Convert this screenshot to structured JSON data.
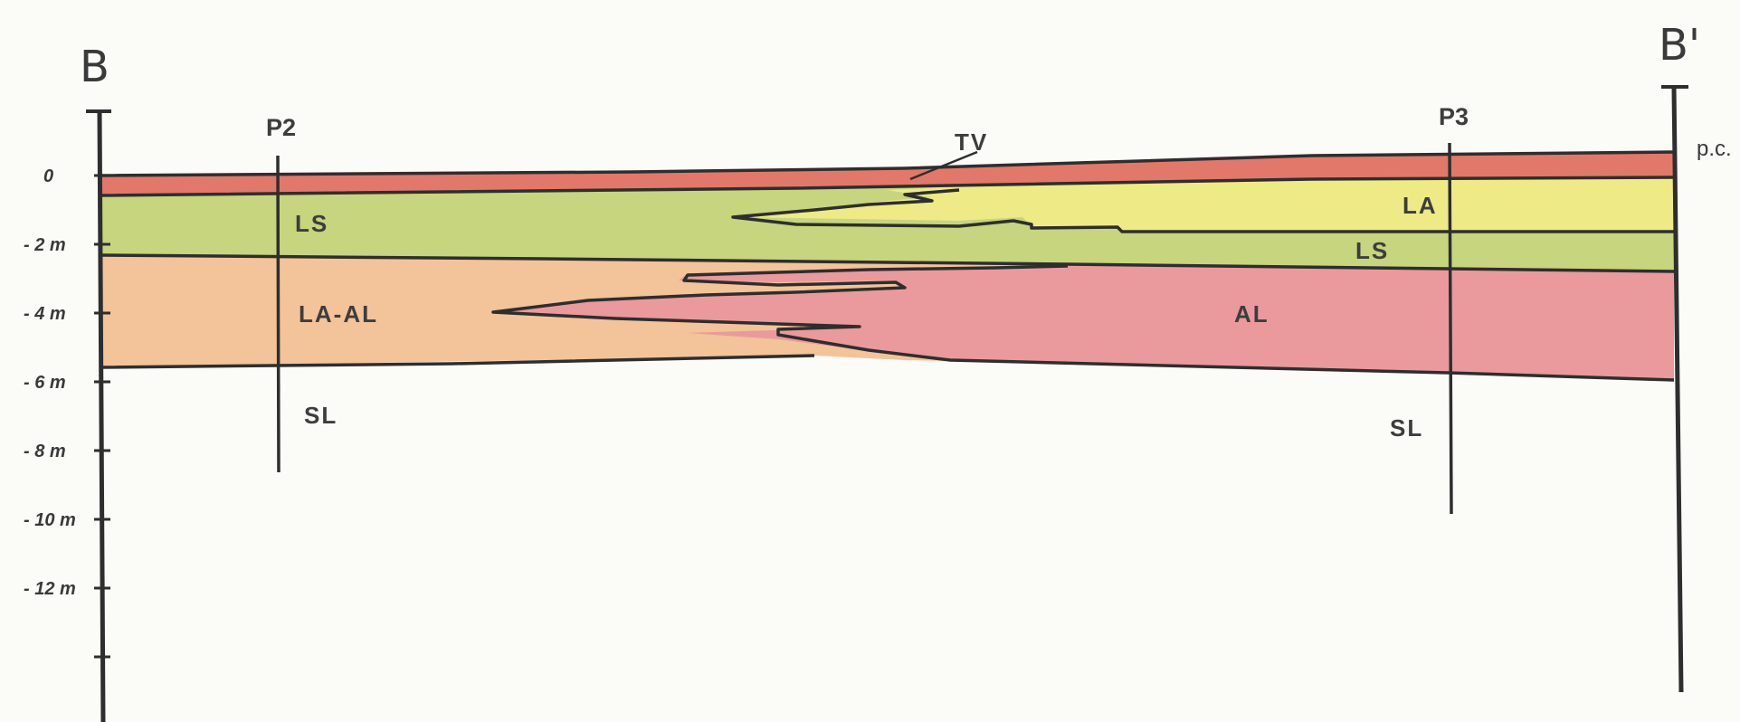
{
  "section": {
    "start_label": "B",
    "end_label": "B'",
    "surface_marker": "p.c."
  },
  "depth_axis": {
    "ticks": [
      {
        "depth_m": 0,
        "label": "0"
      },
      {
        "depth_m": -2,
        "label": "- 2 m"
      },
      {
        "depth_m": -4,
        "label": "- 4 m"
      },
      {
        "depth_m": -6,
        "label": "- 6 m"
      },
      {
        "depth_m": -8,
        "label": "- 8 m"
      },
      {
        "depth_m": -10,
        "label": "- 10 m"
      },
      {
        "depth_m": -12,
        "label": "- 12 m"
      },
      {
        "depth_m": -14,
        "label": ""
      }
    ]
  },
  "wells": [
    {
      "label": "P2"
    },
    {
      "label": "P3"
    }
  ],
  "units": {
    "tv": "TV",
    "la": "LA",
    "ls_left": "LS",
    "ls_right": "LS",
    "la_al": "LA-AL",
    "al": "AL",
    "sl_left": "SL",
    "sl_right": "SL"
  },
  "colors": {
    "soil_top": "#e2786a",
    "green_layer": "#c6d57e",
    "yellow_layer": "#eeea86",
    "la_al_layer": "#f3c39a",
    "al_layer": "#ea9a9c",
    "outline": "#2e2e2e"
  }
}
